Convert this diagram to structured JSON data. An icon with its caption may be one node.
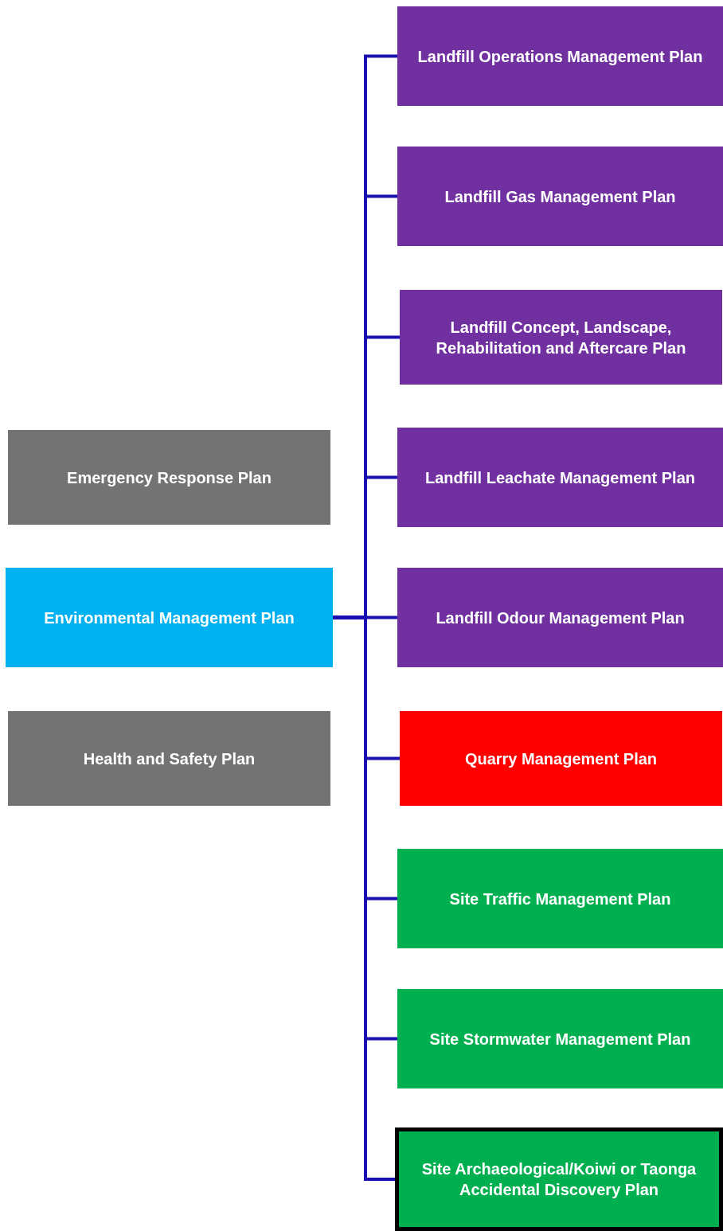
{
  "diagram": {
    "nodes": [
      {
        "text": [
          "Landfill Operations Management Plan"
        ]
      },
      {
        "text": [
          "Landfill Gas Management Plan"
        ]
      },
      {
        "text": [
          "Landfill Concept, Landscape, Rehabilitation and Aftercare Plan"
        ]
      },
      {
        "text": [
          "Emergency Response Plan"
        ]
      },
      {
        "text": [
          "Landfill Leachate Management Plan"
        ]
      },
      {
        "text": [
          "Environmental Management Plan"
        ]
      },
      {
        "text": [
          "Landfill Odour Management Plan"
        ]
      },
      {
        "text": [
          "Health and Safety Plan"
        ]
      },
      {
        "text": [
          "Quarry Management Plan"
        ]
      },
      {
        "text": [
          "Site Traffic Management Plan"
        ]
      },
      {
        "text": [
          "Site Stormwater Management Plan"
        ]
      },
      {
        "text": [
          "Site Archaeological/Koiwi or Taonga Accidental Discovery Plan"
        ]
      }
    ],
    "edges": [
      {
        "from": 5,
        "to": 0,
        "arrow": "none"
      },
      {
        "from": 5,
        "to": 1,
        "arrow": "none"
      },
      {
        "from": 5,
        "to": 2,
        "arrow": "none"
      },
      {
        "from": 5,
        "to": 4,
        "arrow": "none"
      },
      {
        "from": 5,
        "to": 6,
        "arrow": "none"
      },
      {
        "from": 5,
        "to": 8,
        "arrow": "none"
      },
      {
        "from": 5,
        "to": 9,
        "arrow": "none"
      },
      {
        "from": 5,
        "to": 10,
        "arrow": "none"
      },
      {
        "from": 5,
        "to": 11,
        "arrow": "none"
      }
    ]
  }
}
